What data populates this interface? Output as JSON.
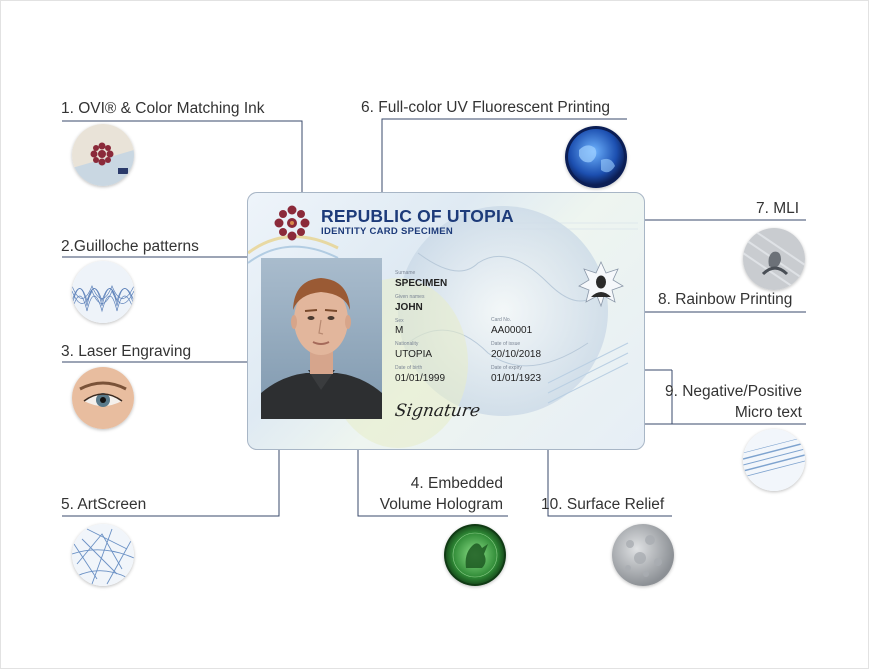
{
  "features": {
    "f1": "1. OVI® & Color Matching Ink",
    "f2": "2.Guilloche patterns",
    "f3": "3. Laser Engraving",
    "f4_line1": "4. Embedded",
    "f4_line2": "Volume Hologram",
    "f5": "5. ArtScreen",
    "f6": "6. Full-color UV Fluorescent Printing",
    "f7": "7. MLI",
    "f8": "8. Rainbow Printing",
    "f9_line1": "9. Negative/Positive",
    "f9_line2": "Micro text",
    "f10": "10. Surface Relief"
  },
  "card": {
    "title": "REPUBLIC OF UTOPIA",
    "subtitle": "IDENTITY CARD SPECIMEN",
    "surname": "SPECIMEN",
    "given_name": "JOHN",
    "sex": "M",
    "nationality": "UTOPIA",
    "birth_date": "01/01/1999",
    "card_number": "AA00001",
    "issue_date": "20/10/2018",
    "expiry_date": "01/01/1923",
    "signature": "Signature",
    "small_labels": {
      "surname": "Surname",
      "given": "Given names",
      "sex": "Sex",
      "nationality": "Nationality",
      "birth": "Date of birth",
      "number": "Card No.",
      "issue": "Date of issue",
      "expiry": "Date of expiry"
    }
  },
  "icons": [
    "ovi-rosette-icon",
    "guilloche-icon",
    "eye-icon",
    "artscreen-icon",
    "uv-globe-icon",
    "mli-portrait-icon",
    "microtext-icon",
    "hologram-icon",
    "surface-relief-icon"
  ],
  "colors": {
    "line": "#3a4a6b",
    "title": "#1d3b7a",
    "rosette": "#8b2a3a"
  }
}
